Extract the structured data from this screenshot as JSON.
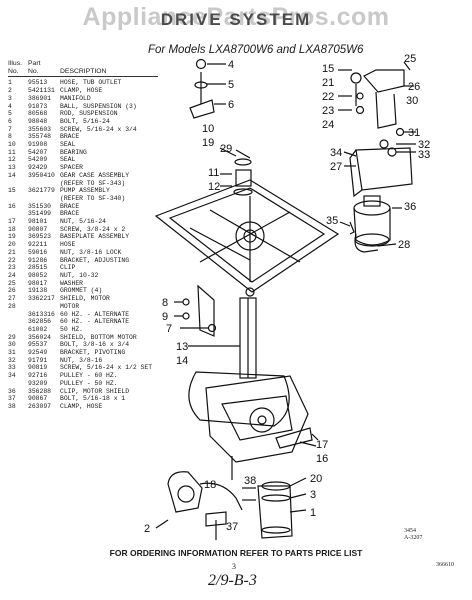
{
  "watermark": "AppliancePartsPros.com",
  "title": "DRIVE SYSTEM",
  "models": "For Models LXA8700W6 and LXA8705W6",
  "table": {
    "header_illus": "Illus.",
    "header_no": "No.",
    "header_part": "Part",
    "header_partno": "No.",
    "header_desc": "DESCRIPTION",
    "rows": [
      {
        "n": "1",
        "p": "95513",
        "d": "HOSE, TUB OUTLET"
      },
      {
        "n": "2",
        "p": "5421131",
        "d": "CLAMP, HOSE"
      },
      {
        "n": "3",
        "p": "386901",
        "d": "MANIFOLD"
      },
      {
        "n": "4",
        "p": "91073",
        "d": "BALL, SUSPENSION (3)"
      },
      {
        "n": "5",
        "p": "80568",
        "d": "ROD, SUSPENSION"
      },
      {
        "n": "6",
        "p": "98048",
        "d": "BOLT, 5/16-24"
      },
      {
        "n": "7",
        "p": "355603",
        "d": "SCREW, 5/16-24 x 3/4"
      },
      {
        "n": "8",
        "p": "355748",
        "d": "BRACE"
      },
      {
        "n": "10",
        "p": "91908",
        "d": "SEAL"
      },
      {
        "n": "11",
        "p": "54207",
        "d": "BEARING"
      },
      {
        "n": "12",
        "p": "54209",
        "d": "SEAL"
      },
      {
        "n": "13",
        "p": "92429",
        "d": "SPACER"
      },
      {
        "n": "14",
        "p": "3950410",
        "d": "GEAR CASE ASSEMBLY"
      },
      {
        "n": "",
        "p": "",
        "d": "(REFER TO SF-343)"
      },
      {
        "n": "15",
        "p": "3621779",
        "d": "PUMP ASSEMBLY"
      },
      {
        "n": "",
        "p": "",
        "d": "(REFER TO SF-340)"
      },
      {
        "n": "16",
        "p": "351530",
        "d": "BRACE"
      },
      {
        "n": "",
        "p": "351499",
        "d": "BRACE"
      },
      {
        "n": "17",
        "p": "98101",
        "d": "NUT, 5/16-24"
      },
      {
        "n": "18",
        "p": "90807",
        "d": "SCREW, 3/8-24 x 2"
      },
      {
        "n": "19",
        "p": "369523",
        "d": "BASEPLATE ASSEMBLY"
      },
      {
        "n": "20",
        "p": "92211",
        "d": "HOSE"
      },
      {
        "n": "21",
        "p": "59016",
        "d": "NUT, 3/8-16 LOCK"
      },
      {
        "n": "22",
        "p": "91286",
        "d": "BRACKET, ADJUSTING"
      },
      {
        "n": "23",
        "p": "28515",
        "d": "CLIP"
      },
      {
        "n": "24",
        "p": "98052",
        "d": "NUT, 10-32"
      },
      {
        "n": "25",
        "p": "98017",
        "d": "WASHER"
      },
      {
        "n": "26",
        "p": "19138",
        "d": "GROMMET (4)"
      },
      {
        "n": "27",
        "p": "3362217",
        "d": "SHIELD, MOTOR"
      },
      {
        "n": "28",
        "p": "",
        "d": "MOTOR"
      },
      {
        "n": "",
        "p": "3613316",
        "d": "60 HZ. - ALTERNATE"
      },
      {
        "n": "",
        "p": "362856",
        "d": "60 HZ. - ALTERNATE"
      },
      {
        "n": "",
        "p": "61002",
        "d": "50 HZ."
      },
      {
        "n": "29",
        "p": "356024",
        "d": "SHIELD, BOTTOM MOTOR"
      },
      {
        "n": "30",
        "p": "95537",
        "d": "BOLT, 3/8-16 x 3/4"
      },
      {
        "n": "31",
        "p": "92549",
        "d": "BRACKET, PIVOTING"
      },
      {
        "n": "32",
        "p": "91791",
        "d": "NUT, 3/8-16"
      },
      {
        "n": "33",
        "p": "90819",
        "d": "SCREW, 5/16-24 x 1/2 SET"
      },
      {
        "n": "34",
        "p": "92716",
        "d": "PULLEY - 60 HZ."
      },
      {
        "n": "",
        "p": "93209",
        "d": "PULLEY - 50 HZ."
      },
      {
        "n": "36",
        "p": "356288",
        "d": "CLIP, MOTOR SHIELD"
      },
      {
        "n": "37",
        "p": "90867",
        "d": "BOLT, 5/16-18 x 1"
      },
      {
        "n": "38",
        "p": "263097",
        "d": "CLAMP, HOSE"
      }
    ]
  },
  "callouts": [
    "4",
    "5",
    "6",
    "10",
    "19",
    "11",
    "12",
    "8",
    "9",
    "7",
    "13",
    "14",
    "17",
    "16",
    "18",
    "38",
    "20",
    "3",
    "1",
    "2",
    "37",
    "15",
    "21",
    "22",
    "23",
    "24",
    "25",
    "26",
    "30",
    "31",
    "32",
    "33",
    "34",
    "27",
    "35",
    "36",
    "28",
    "29"
  ],
  "drawing_no_1": "3454",
  "drawing_no_2": "A-3207",
  "footer": "FOR ORDERING INFORMATION REFER TO PARTS PRICE LIST",
  "page_no": "3",
  "handwritten": "2/9-B-3",
  "doc_no": "366610"
}
